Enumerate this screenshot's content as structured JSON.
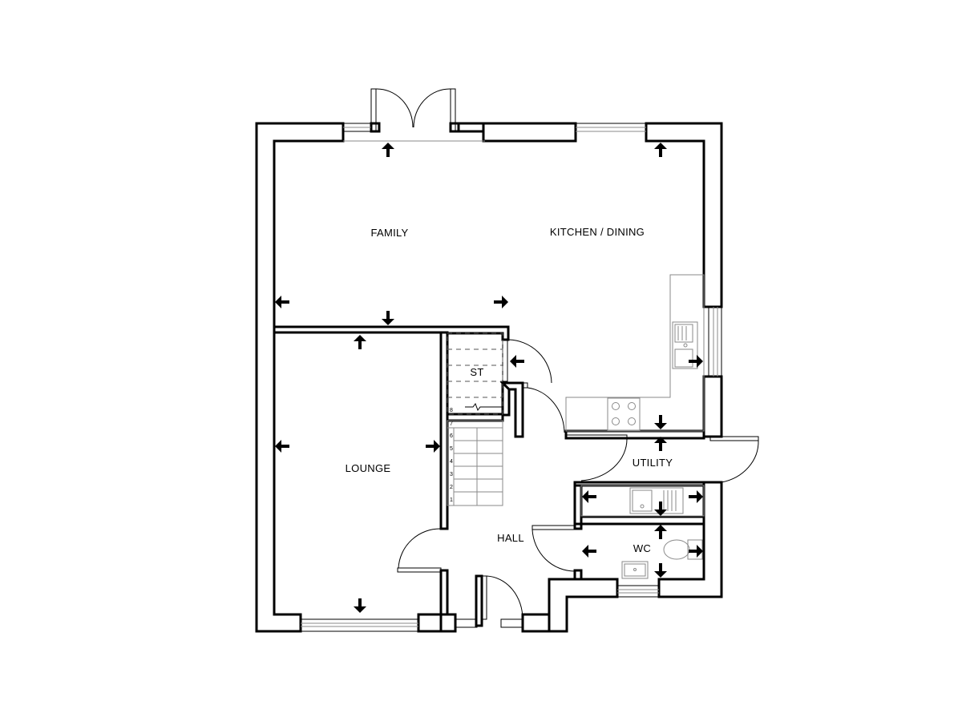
{
  "rooms": {
    "family": "FAMILY",
    "kitchen_dining": "KITCHEN / DINING",
    "lounge": "LOUNGE",
    "store": "ST",
    "hall": "HALL",
    "utility": "UTILITY",
    "wc": "WC"
  },
  "stair_steps": [
    "1",
    "2",
    "3",
    "4",
    "5",
    "6",
    "7",
    "8"
  ],
  "colors": {
    "wall": "#000000",
    "background": "#ffffff",
    "fixture_line": "#8a8a8a"
  },
  "icons": [
    "dimension-arrow-icon",
    "sink-icon",
    "hob-icon",
    "toilet-icon",
    "basin-icon",
    "door-swing-icon",
    "window-icon"
  ]
}
